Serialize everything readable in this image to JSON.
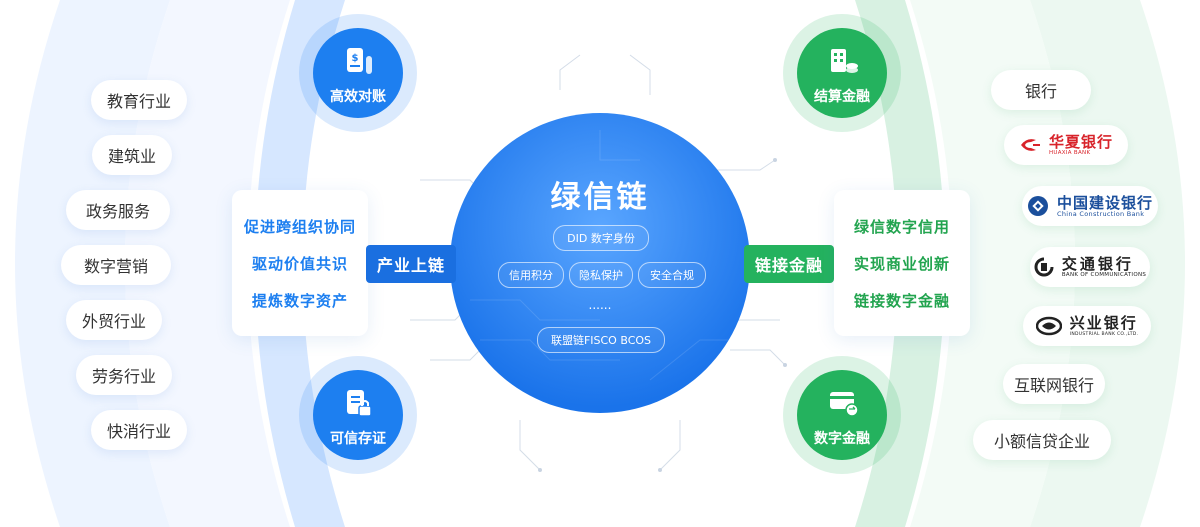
{
  "left_industries": [
    "教育行业",
    "建筑业",
    "政务服务",
    "数字营销",
    "外贸行业",
    "劳务行业",
    "快消行业"
  ],
  "left_nodes": {
    "top": {
      "label": "高效对账",
      "icon": "bill-dollar-icon"
    },
    "bottom": {
      "label": "可信存证",
      "icon": "document-lock-icon"
    }
  },
  "left_card": [
    "促进跨组织协同",
    "驱动价值共识",
    "提炼数字资产"
  ],
  "left_tag": "产业上链",
  "center": {
    "title": "绿信链",
    "chips_row1": [
      "DID 数字身份"
    ],
    "chips_row2": [
      "信用积分",
      "隐私保护",
      "安全合规"
    ],
    "ellipsis": "......",
    "chips_row3": [
      "联盟链FISCO BCOS"
    ]
  },
  "right_tag": "链接金融",
  "right_card": [
    "绿信数字信用",
    "实现商业创新",
    "链接数字金融"
  ],
  "right_nodes": {
    "top": {
      "label": "结算金融",
      "icon": "building-coin-icon"
    },
    "bottom": {
      "label": "数字金融",
      "icon": "card-exchange-icon"
    }
  },
  "right_institutions": {
    "bank": "银行",
    "hxb": {
      "zh": "华夏银行",
      "en": "HUAXIA BANK"
    },
    "ccb": {
      "zh": "中国建设银行",
      "en": "China Construction Bank"
    },
    "bocom": {
      "zh": "交通银行",
      "en": "BANK OF COMMUNICATIONS"
    },
    "cib": {
      "zh": "兴业银行",
      "en": "INDUSTRIAL BANK CO.,LTD."
    },
    "internet_bank": "互联网银行",
    "micro": "小额信贷企业"
  },
  "colors": {
    "blue": "#1d7ff0",
    "blue_dark": "#1a6fe0",
    "green": "#24b25e",
    "green_text": "#22a44f",
    "hxb_red": "#d8232a",
    "ccb_blue": "#1b4f9c",
    "text": "#333333"
  }
}
